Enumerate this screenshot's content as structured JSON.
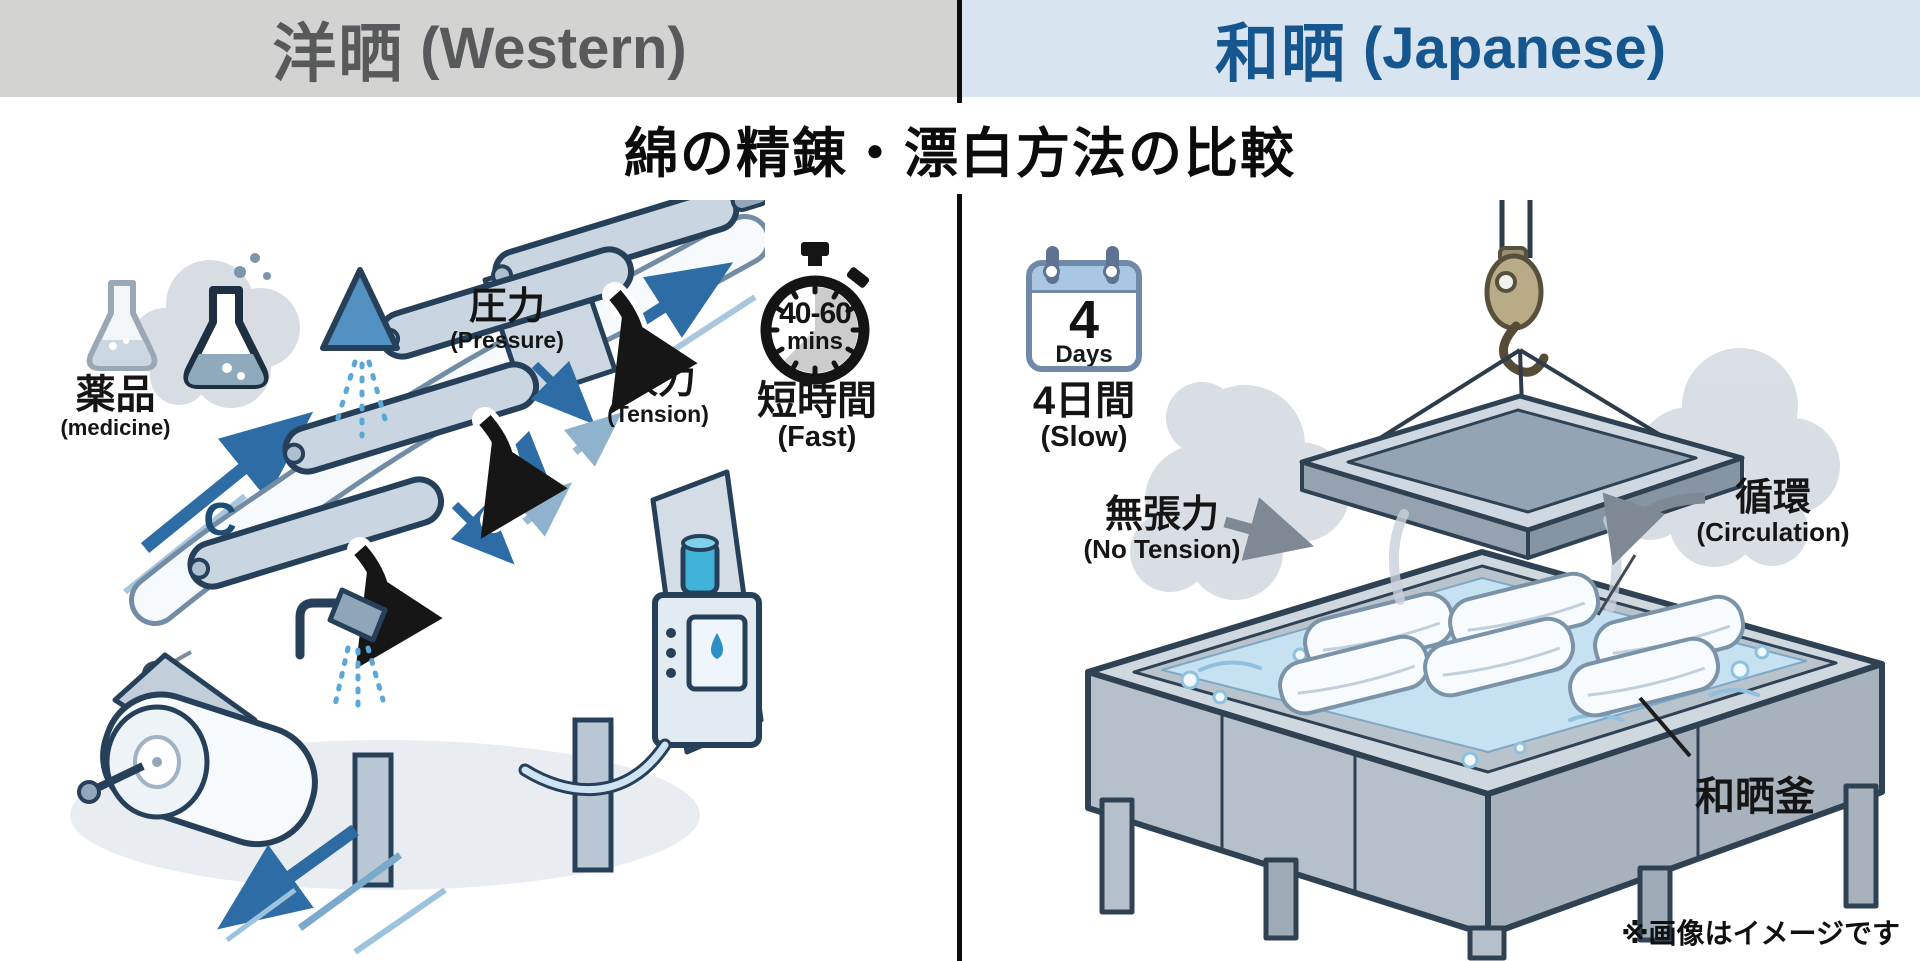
{
  "header": {
    "western": {
      "jp": "洋晒",
      "en": "(Western)"
    },
    "japanese": {
      "jp": "和晒",
      "en": "(Japanese)"
    }
  },
  "title": "綿の精錬・漂白方法の比較",
  "western_panel": {
    "medicine": {
      "jp": "薬品",
      "en": "(medicine)"
    },
    "pressure": {
      "jp": "圧力",
      "en": "(Pressure)"
    },
    "tension": {
      "jp": "張力",
      "en": "(Tension)"
    },
    "molecule_label": "C",
    "stopwatch": {
      "line1": "40-60",
      "line2": "mins"
    },
    "duration": {
      "jp": "短時間",
      "en": "(Fast)"
    }
  },
  "japanese_panel": {
    "calendar": {
      "number": "4",
      "unit": "Days"
    },
    "duration": {
      "jp": "4日間",
      "en": "(Slow)"
    },
    "no_tension": {
      "jp": "無張力",
      "en": "(No Tension)"
    },
    "circulation": {
      "jp": "循環",
      "en": "(Circulation)"
    },
    "kettle_label": "和晒釜"
  },
  "footer": {
    "note": "※画像はイメージです"
  },
  "colors": {
    "header_western_bg": "#d3d3d1",
    "header_western_text": "#58595b",
    "header_japanese_bg": "#d9e4f1",
    "header_japanese_text": "#15568e",
    "divider": "#0d0d0d",
    "accent_blue": "#2d6ca5",
    "water": "#c6e1f2"
  },
  "icons": [
    "flask-icon",
    "bubbling-flask-icon",
    "molecule-icon",
    "shower-spray-icon",
    "up-arrow-icon",
    "stopwatch-icon",
    "calendar-icon",
    "steam-cloud-icon",
    "crane-hook-icon",
    "lid-frame-icon",
    "vat-icon"
  ]
}
